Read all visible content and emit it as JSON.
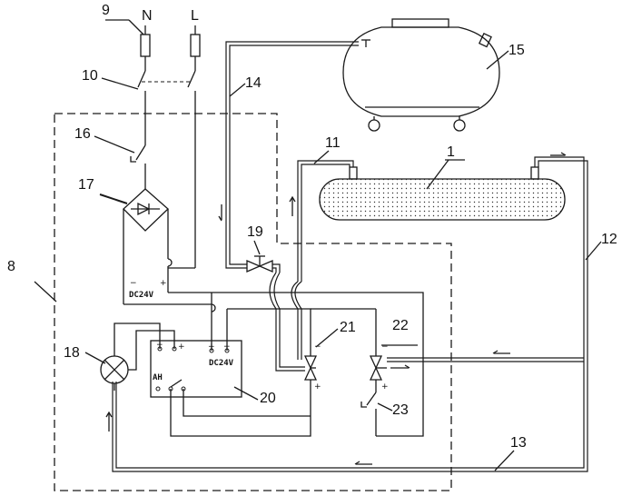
{
  "labels": {
    "n1": "1",
    "n8": "8",
    "n9": "9",
    "n10": "10",
    "n11": "11",
    "n12": "12",
    "n13": "13",
    "n14": "14",
    "n15": "15",
    "n16": "16",
    "n17": "17",
    "n18": "18",
    "n19": "19",
    "n20": "20",
    "n21": "21",
    "n22": "22",
    "n23": "23"
  },
  "terminals": {
    "neutral": "N",
    "line": "L"
  },
  "texts": {
    "dc24v_supply": "DC24V",
    "dc24v_controller": "DC24V",
    "ah": "AH",
    "minus": "−",
    "plus": "+"
  }
}
